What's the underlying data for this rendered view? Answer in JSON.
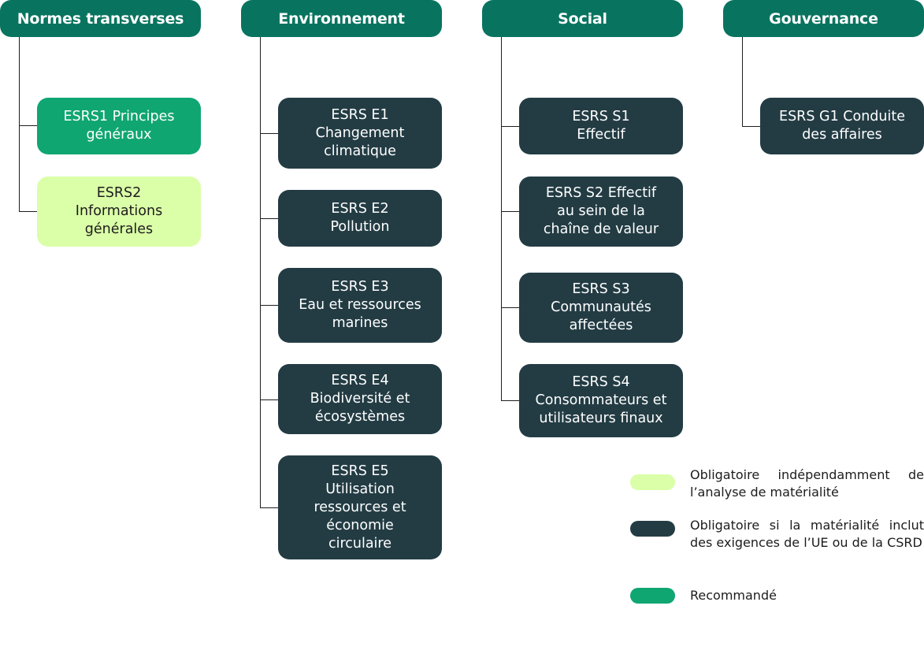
{
  "headers": {
    "transverses": "Normes transverses",
    "environnement": "Environnement",
    "social": "Social",
    "gouvernance": "Gouvernance"
  },
  "nodes": {
    "esrs1": [
      "ESRS1 Principes",
      "généraux"
    ],
    "esrs2": [
      "ESRS2",
      "Informations",
      "générales"
    ],
    "e1": [
      "ESRS E1",
      "Changement",
      "climatique"
    ],
    "e2": [
      "ESRS E2",
      "Pollution"
    ],
    "e3": [
      "ESRS E3",
      "Eau et ressources",
      "marines"
    ],
    "e4": [
      "ESRS E4",
      "Biodiversité et",
      "écosystèmes"
    ],
    "e5": [
      "ESRS E5",
      "Utilisation",
      "ressources et",
      "économie",
      "circulaire"
    ],
    "s1": [
      "ESRS S1",
      "Effectif"
    ],
    "s2": [
      "ESRS S2 Effectif",
      "au sein de la",
      "chaîne de valeur"
    ],
    "s3": [
      "ESRS S3",
      "Communautés",
      "affectées"
    ],
    "s4": [
      "ESRS S4",
      "Consommateurs et",
      "utilisateurs finaux"
    ],
    "g1": [
      "ESRS G1 Conduite",
      "des affaires"
    ]
  },
  "legend": {
    "mandatory": "Obligatoire indépendamment de l’analyse de matérialité",
    "conditional": "Obligatoire si la matérialité inclut des exigences de l’UE ou de la CSRD",
    "recommended": "Recommandé"
  },
  "colors": {
    "header": "#08745f",
    "mandatory": "#dbffa8",
    "conditional": "#233c44",
    "recommended": "#10a672"
  }
}
